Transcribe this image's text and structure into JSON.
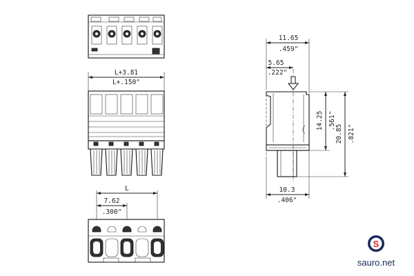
{
  "dimensions": {
    "top_width_mm": "L+3.81",
    "top_width_in": "L+.150\"",
    "pitch_L": "L",
    "pitch_mm": "7.62",
    "pitch_in": ".300\"",
    "side_width_mm": "11.65",
    "side_width_in": ".459\"",
    "side_offset_mm": "5.65",
    "side_offset_in": ".222\"",
    "height1_mm": "14.25",
    "height1_in": ".561\"",
    "height2_mm": "20.85",
    "height2_in": ".821\"",
    "bottom_width_mm": "10.3",
    "bottom_width_in": ".406\""
  },
  "logo": {
    "text": "sauro.net",
    "icon": "s-circle-logo-icon",
    "color": "#1a2a5a",
    "accent": "#d62828"
  }
}
